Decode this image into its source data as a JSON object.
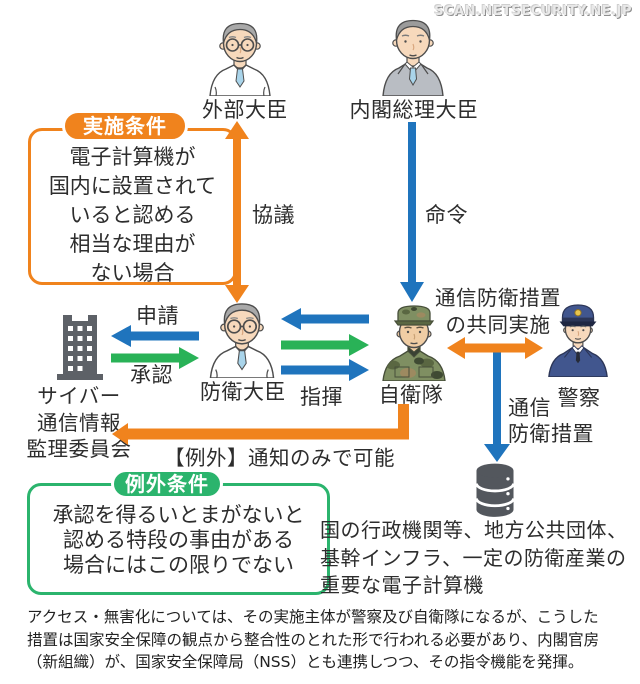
{
  "watermark": "SCAN.NETSECURITY.NE.JP",
  "colors": {
    "orange": "#f0831d",
    "blue": "#1f74bd",
    "green_arrow": "#29b257",
    "green_accent": "#2bb46d",
    "text": "#2d2d2d"
  },
  "actors": {
    "external_minister": "外部大臣",
    "prime_minister": "内閣総理大臣",
    "defense_minister": "防衛大臣",
    "jsdf": "自衛隊",
    "police": "警察",
    "committee_line1": "サイバー",
    "committee_line2": "通信情報",
    "committee_line3": "監理委員会"
  },
  "arrows": {
    "kyougi": "協議",
    "meirei": "命令",
    "shinsei": "申請",
    "shounin": "承認",
    "shiki": "指揮",
    "joint_line1": "通信防衛措置",
    "joint_line2": "の共同実施",
    "measure_line1": "通信",
    "measure_line2": "防衛措置",
    "exception_note": "【例外】通知のみで可能"
  },
  "implementation_condition": {
    "badge": "実施条件",
    "line1": "電子計算機が",
    "line2": "国内に設置されて",
    "line3": "いると認める",
    "line4": "相当な理由が",
    "line5": "ない場合"
  },
  "exception_condition": {
    "badge": "例外条件",
    "line1": "承認を得るいとまがないと",
    "line2": "認める特段の事由がある",
    "line3": "場合にはこの限りでない"
  },
  "target_computers": {
    "line1": "国の行政機関等、地方公共団体、",
    "line2": "基幹インフラ、一定の防衛産業の",
    "line3": "重要な電子計算機"
  },
  "footnote": {
    "line1": "アクセス・無害化については、その実施主体が警察及び自衛隊になるが、こうした",
    "line2": "措置は国家安全保障の観点から整合性のとれた形で行われる必要があり、内閣官房",
    "line3": "（新組織）が、国家安全保障局（NSS）とも連携しつつ、その指令機能を発揮。"
  }
}
